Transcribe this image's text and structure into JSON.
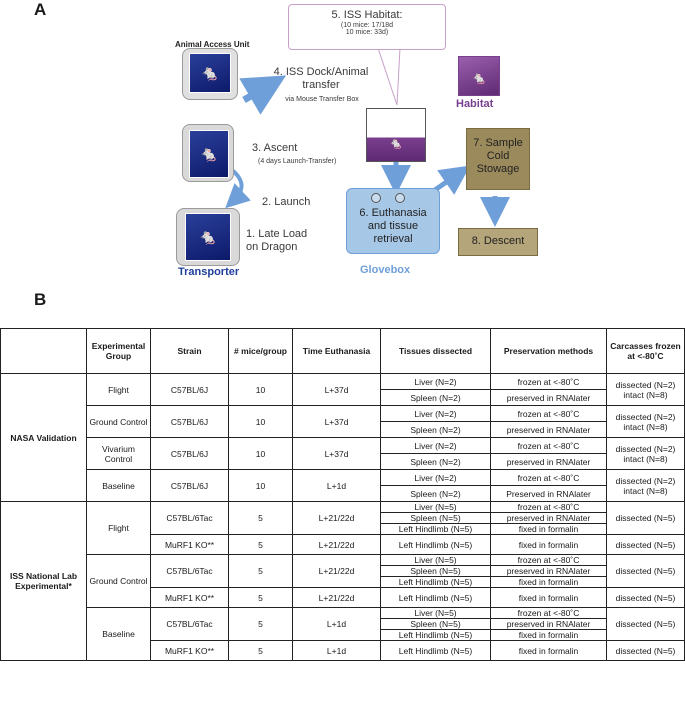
{
  "panel_a": {
    "letter": "A",
    "animal_access_unit": "Animal Access Unit",
    "step4_title": "4.  ISS Dock/Animal transfer",
    "step4_sub": "via Mouse Transfer Box",
    "step3_title": "3. Ascent",
    "step3_sub": "(4 days Launch-Transfer)",
    "step2": "2. Launch",
    "step1": "1.  Late Load on Dragon",
    "transporter": "Transporter",
    "habitat_callout_title": "5. ISS Habitat:",
    "habitat_callout_line1": "(10 mice: 17/18d",
    "habitat_callout_line2": "10 mice: 33d)",
    "habitat_label": "Habitat",
    "step6": "6. Euthanasia and tissue retrieval",
    "glovebox": "Glovebox",
    "step7": "7. Sample Cold Stowage",
    "step8": "8. Descent",
    "colors": {
      "transporter_blue": "#1f3e9c",
      "habitat_purple": "#7a3f8e",
      "glovebox_blue": "#a7c7e7",
      "stowage_olive": "#9b8a5c",
      "descent_olive": "#b5a57a",
      "arrow_blue": "#6f9fd8"
    }
  },
  "panel_b": {
    "letter": "B",
    "headers": [
      "",
      "Experimental Group",
      "Strain",
      "# mice/group",
      "Time Euthanasia",
      "Tissues dissected",
      "Preservation methods",
      "Carcasses frozen at <-80˚C"
    ],
    "nasa_label": "NASA Validation",
    "nasa_rows": [
      {
        "group": "Flight",
        "strain": "C57BL/6J",
        "n": "10",
        "time": "L+37d",
        "tissues": [
          "Liver (N=2)",
          "Spleen (N=2)"
        ],
        "methods": [
          "frozen at <-80˚C",
          "preserved in RNAlater"
        ],
        "carcass": "dissected (N=2) intact (N=8)"
      },
      {
        "group": "Ground Control",
        "strain": "C57BL/6J",
        "n": "10",
        "time": "L+37d",
        "tissues": [
          "Liver (N=2)",
          "Spleen (N=2)"
        ],
        "methods": [
          "frozen at <-80˚C",
          "preserved in RNAlater"
        ],
        "carcass": "dissected (N=2) intact (N=8)"
      },
      {
        "group": "Vivarium Control",
        "strain": "C57BL/6J",
        "n": "10",
        "time": "L+37d",
        "tissues": [
          "Liver (N=2)",
          "Spleen (N=2)"
        ],
        "methods": [
          "frozen at <-80˚C",
          "preserved in RNAlater"
        ],
        "carcass": "dissected (N=2) intact (N=8)"
      },
      {
        "group": "Baseline",
        "strain": "C57BL/6J",
        "n": "10",
        "time": "L+1d",
        "tissues": [
          "Liver (N=2)",
          "Spleen (N=2)"
        ],
        "methods": [
          "frozen at <-80˚C",
          "Preserved in RNAlater"
        ],
        "carcass": "dissected (N=2) intact (N=8)"
      }
    ],
    "iss_label": "ISS National Lab Experimental*",
    "iss_groups": [
      {
        "group": "Flight",
        "wt": {
          "strain": "C57BL/6Tac",
          "n": "5",
          "time": "L+21/22d",
          "tissues": [
            "Liver (N=5)",
            "Spleen (N=5)",
            "Left Hindlimb (N=5)"
          ],
          "methods": [
            "frozen at <-80˚C",
            "preserved in RNAlater",
            "fixed in formalin"
          ],
          "carcass": "dissected (N=5)"
        },
        "ko": {
          "strain": "MuRF1 KO**",
          "n": "5",
          "time": "L+21/22d",
          "tissue": "Left Hindlimb (N=5)",
          "method": "fixed in formalin",
          "carcass": "dissected (N=5)"
        }
      },
      {
        "group": "Ground Control",
        "wt": {
          "strain": "C57BL/6Tac",
          "n": "5",
          "time": "L+21/22d",
          "tissues": [
            "Liver (N=5)",
            "Spleen (N=5)",
            "Left Hindlimb (N=5)"
          ],
          "methods": [
            "frozen at <-80˚C",
            "preserved in RNAlater",
            "fixed in formalin"
          ],
          "carcass": "dissected (N=5)"
        },
        "ko": {
          "strain": "MuRF1 KO**",
          "n": "5",
          "time": "L+21/22d",
          "tissue": "Left Hindlimb (N=5)",
          "method": "fixed in formalin",
          "carcass": "dissected (N=5)"
        }
      },
      {
        "group": "Baseline",
        "wt": {
          "strain": "C57BL/6Tac",
          "n": "5",
          "time": "L+1d",
          "tissues": [
            "Liver (N=5)",
            "Spleen (N=5)",
            "Left Hindlimb (N=5)"
          ],
          "methods": [
            "frozen at <-80˚C",
            "preserved in RNAlater",
            "fixed in formalin"
          ],
          "carcass": "dissected (N=5)"
        },
        "ko": {
          "strain": "MuRF1 KO**",
          "n": "5",
          "time": "L+1d",
          "tissue": "Left Hindlimb (N=5)",
          "method": "fixed in formalin",
          "carcass": "dissected (N=5)"
        }
      }
    ]
  }
}
